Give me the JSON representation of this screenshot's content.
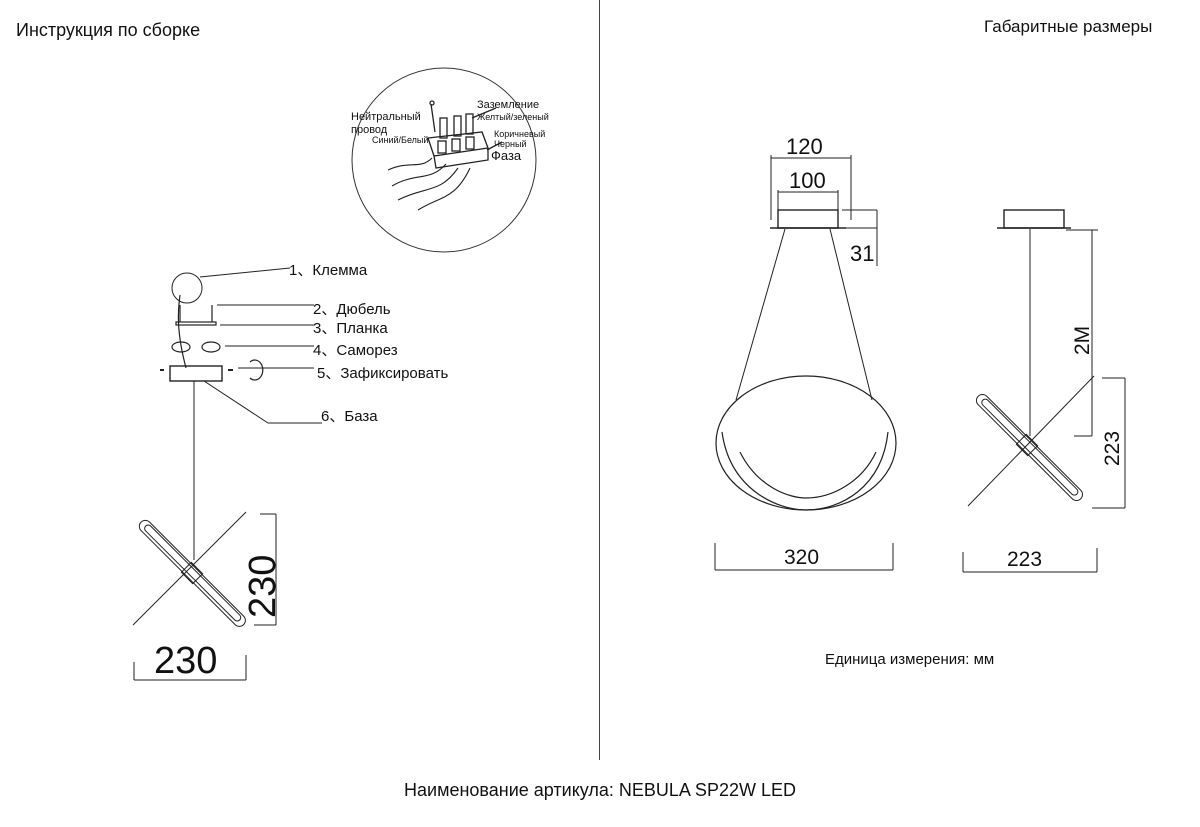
{
  "titles": {
    "left": "Инструкция по сборке",
    "right": "Габаритные размеры"
  },
  "assembly_steps": [
    {
      "num": "1",
      "label": "Клемма"
    },
    {
      "num": "2",
      "label": "Дюбель"
    },
    {
      "num": "3",
      "label": "Планка"
    },
    {
      "num": "4",
      "label": "Саморез"
    },
    {
      "num": "5",
      "label": "Зафиксировать"
    },
    {
      "num": "6",
      "label": "База"
    }
  ],
  "wiring": {
    "neutral": "Нейтральный провод",
    "neutral_color": "Синий/Белый",
    "ground": "Заземление",
    "ground_color": "Желтый/зеленый",
    "phase_color_1": "Коричневый",
    "phase_color_2": "Черный",
    "phase": "Фаза"
  },
  "dimensions": {
    "left_width": "230",
    "left_height": "230",
    "canopy_outer": "120",
    "canopy_inner": "100",
    "canopy_height": "31",
    "ring_width": "320",
    "side_width": "223",
    "side_height": "223",
    "cable_length": "2M"
  },
  "unit_note": "Единица измерения: мм",
  "footer": "Наименование артикула: NEBULA SP22W LED"
}
